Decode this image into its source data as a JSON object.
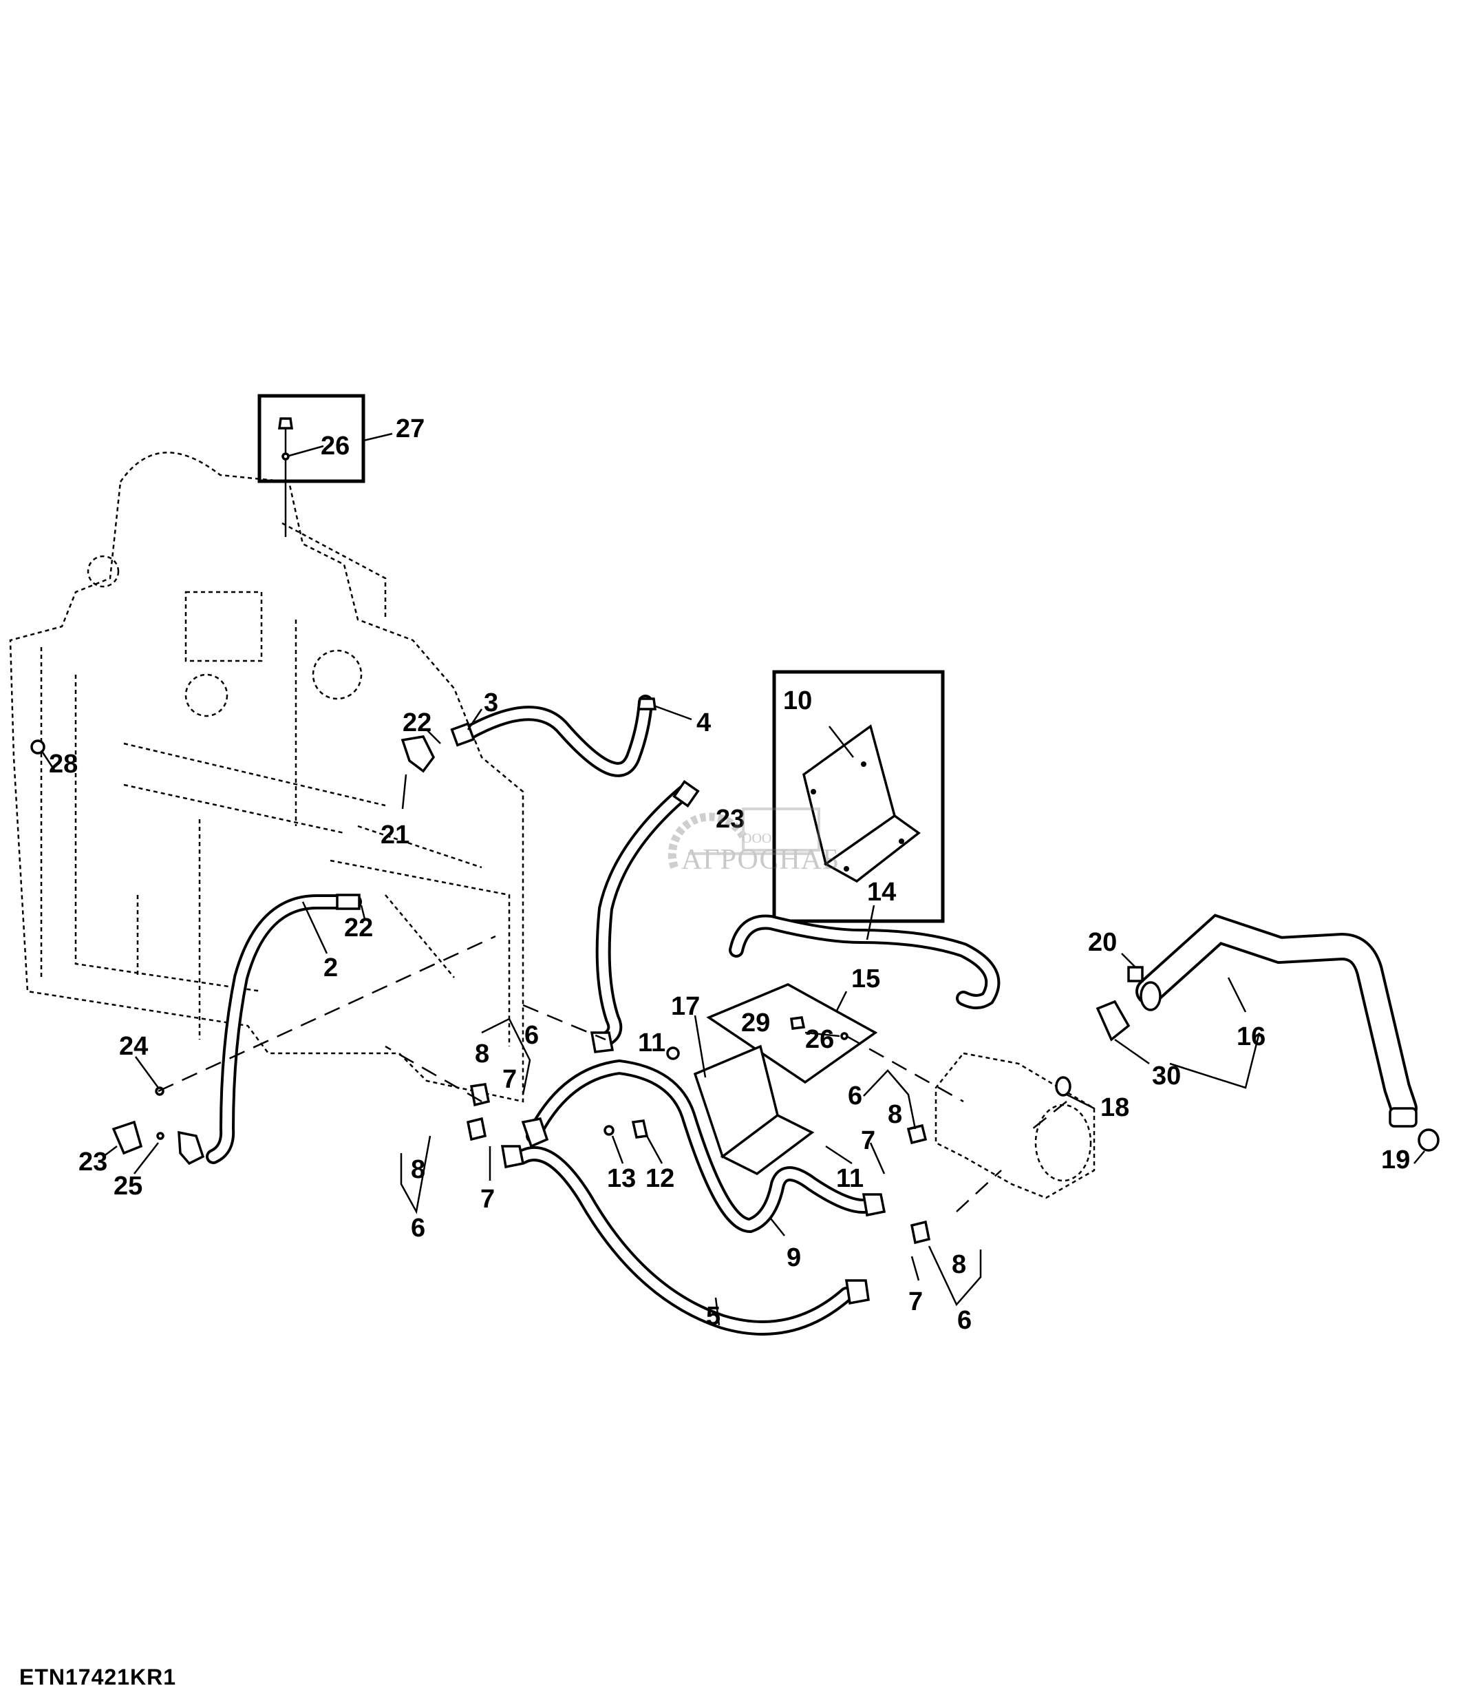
{
  "diagram": {
    "code": "ETN17421KR1",
    "watermark": {
      "prefix": "ООО",
      "name": "АГРОСНАБ"
    },
    "callouts": [
      {
        "id": "c27",
        "text": "27"
      },
      {
        "id": "c26a",
        "text": "26"
      },
      {
        "id": "c3",
        "text": "3"
      },
      {
        "id": "c4",
        "text": "4"
      },
      {
        "id": "c22a",
        "text": "22"
      },
      {
        "id": "c21",
        "text": "21"
      },
      {
        "id": "c28",
        "text": "28"
      },
      {
        "id": "c22b",
        "text": "22"
      },
      {
        "id": "c2",
        "text": "2"
      },
      {
        "id": "c23a",
        "text": "23"
      },
      {
        "id": "c10",
        "text": "10"
      },
      {
        "id": "c14",
        "text": "14"
      },
      {
        "id": "c15",
        "text": "15"
      },
      {
        "id": "c20",
        "text": "20"
      },
      {
        "id": "c16",
        "text": "16"
      },
      {
        "id": "c30",
        "text": "30"
      },
      {
        "id": "c18",
        "text": "18"
      },
      {
        "id": "c19",
        "text": "19"
      },
      {
        "id": "c17",
        "text": "17"
      },
      {
        "id": "c11a",
        "text": "11"
      },
      {
        "id": "c29",
        "text": "29"
      },
      {
        "id": "c26b",
        "text": "26"
      },
      {
        "id": "c6a",
        "text": "6"
      },
      {
        "id": "c8a",
        "text": "8"
      },
      {
        "id": "c7a",
        "text": "7"
      },
      {
        "id": "c24",
        "text": "24"
      },
      {
        "id": "c23b",
        "text": "23"
      },
      {
        "id": "c25",
        "text": "25"
      },
      {
        "id": "c8b",
        "text": "8"
      },
      {
        "id": "c7b",
        "text": "7"
      },
      {
        "id": "c6b",
        "text": "6"
      },
      {
        "id": "c13",
        "text": "13"
      },
      {
        "id": "c12",
        "text": "12"
      },
      {
        "id": "c11b",
        "text": "11"
      },
      {
        "id": "c6c",
        "text": "6"
      },
      {
        "id": "c8c",
        "text": "8"
      },
      {
        "id": "c7c",
        "text": "7"
      },
      {
        "id": "c9",
        "text": "9"
      },
      {
        "id": "c5",
        "text": "5"
      },
      {
        "id": "c8d",
        "text": "8"
      },
      {
        "id": "c7d",
        "text": "7"
      },
      {
        "id": "c6d",
        "text": "6"
      }
    ]
  }
}
